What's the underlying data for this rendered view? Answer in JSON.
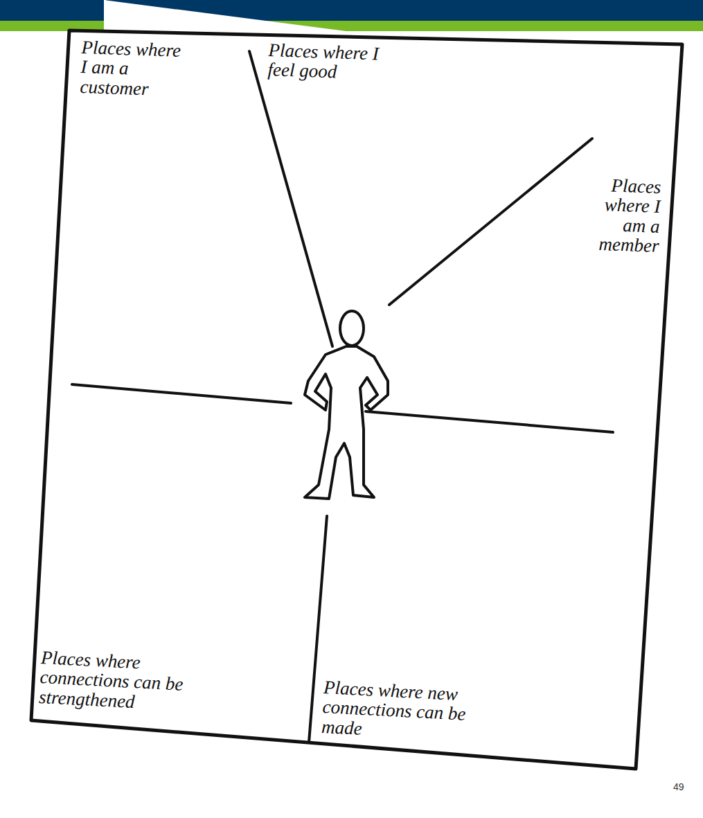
{
  "diagram": {
    "labels": [
      "Places where I am a customer",
      "Places where I feel good",
      "Places where I am a member",
      "Places where connections can be strengthened",
      "Places where new connections can be made",
      "49"
    ]
  }
}
